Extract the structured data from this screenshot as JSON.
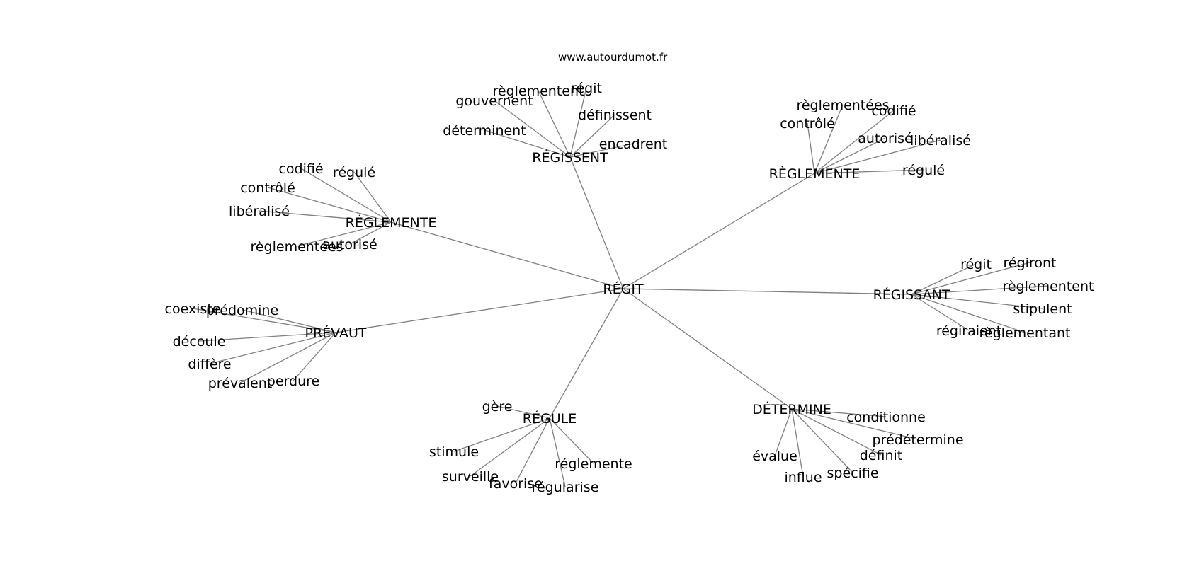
{
  "watermark": "www.autourdumot.fr",
  "colors": {
    "edge": "#808080",
    "text": "#000000",
    "background": "#ffffff"
  },
  "graph": {
    "center": "RÉGIT",
    "clusters": [
      {
        "hub": "RÉGISSENT",
        "leaves": [
          "règlementent",
          "régit",
          "gouvernent",
          "définissent",
          "déterminent",
          "encadrent"
        ]
      },
      {
        "hub": "RÈGLEMENTE",
        "leaves": [
          "règlementées",
          "codifié",
          "contrôlé",
          "autorisé",
          "libéralisé",
          "régulé"
        ]
      },
      {
        "hub": "RÉGLEMENTE",
        "leaves": [
          "codifié",
          "régulé",
          "contrôlé",
          "libéralisé",
          "règlementées",
          "autorisé"
        ]
      },
      {
        "hub": "RÉGISSANT",
        "leaves": [
          "régit",
          "régiront",
          "règlementent",
          "stipulent",
          "régiraient",
          "règlementant"
        ]
      },
      {
        "hub": "PRÉVAUT",
        "leaves": [
          "coexiste",
          "prédomine",
          "découle",
          "diffère",
          "prévalent",
          "perdure"
        ]
      },
      {
        "hub": "RÉGULE",
        "leaves": [
          "gère",
          "stimule",
          "réglemente",
          "surveille",
          "favorise",
          "régularise"
        ]
      },
      {
        "hub": "DÉTERMINE",
        "leaves": [
          "conditionne",
          "prédétermine",
          "évalue",
          "définit",
          "spécifie",
          "influe"
        ]
      }
    ]
  }
}
